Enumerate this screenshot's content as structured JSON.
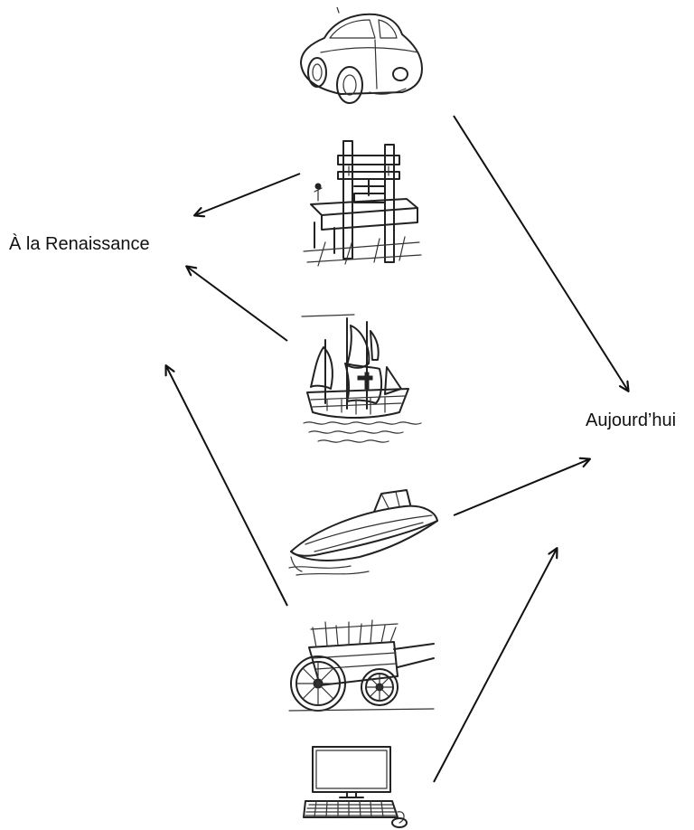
{
  "labels": {
    "left": "À la Renaissance",
    "right": "Aujourd’hui"
  },
  "items": [
    {
      "icon": "car-icon",
      "era": "right"
    },
    {
      "icon": "printing-press-icon",
      "era": "left"
    },
    {
      "icon": "sailing-ship-icon",
      "era": "left"
    },
    {
      "icon": "speedboat-icon",
      "era": "right"
    },
    {
      "icon": "wooden-cart-icon",
      "era": "left"
    },
    {
      "icon": "desktop-computer-icon",
      "era": "right"
    }
  ],
  "colors": {
    "ink": "#111111",
    "background": "#ffffff"
  }
}
